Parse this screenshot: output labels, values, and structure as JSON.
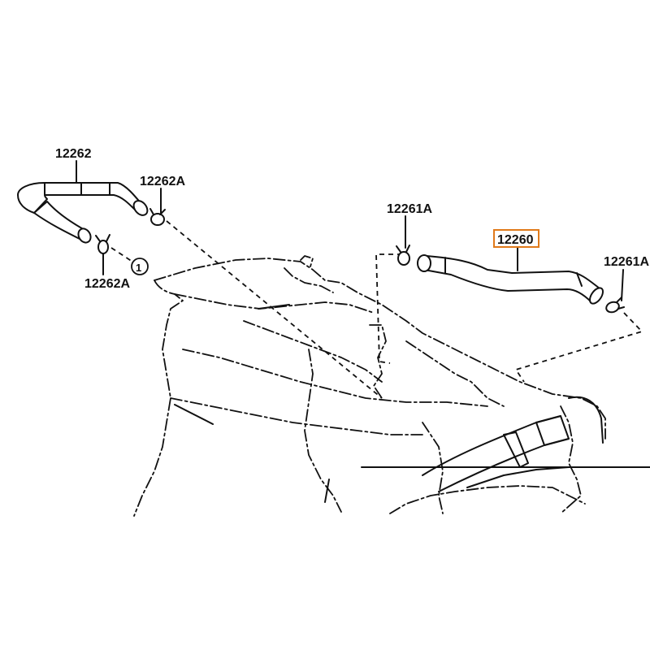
{
  "diagram": {
    "callouts": [
      {
        "id": "hose_left",
        "text": "12262"
      },
      {
        "id": "clamp_left_upper",
        "text": "12262A"
      },
      {
        "id": "clamp_left_lower",
        "text": "12262A"
      },
      {
        "id": "clamp_center",
        "text": "12261A"
      },
      {
        "id": "hose_right",
        "text": "12260",
        "highlighted": true
      },
      {
        "id": "clamp_right",
        "text": "12261A"
      }
    ],
    "reference_marker": "1",
    "colors": {
      "line": "#111111",
      "highlight_box": "#e07a1a",
      "background": "#ffffff"
    }
  }
}
